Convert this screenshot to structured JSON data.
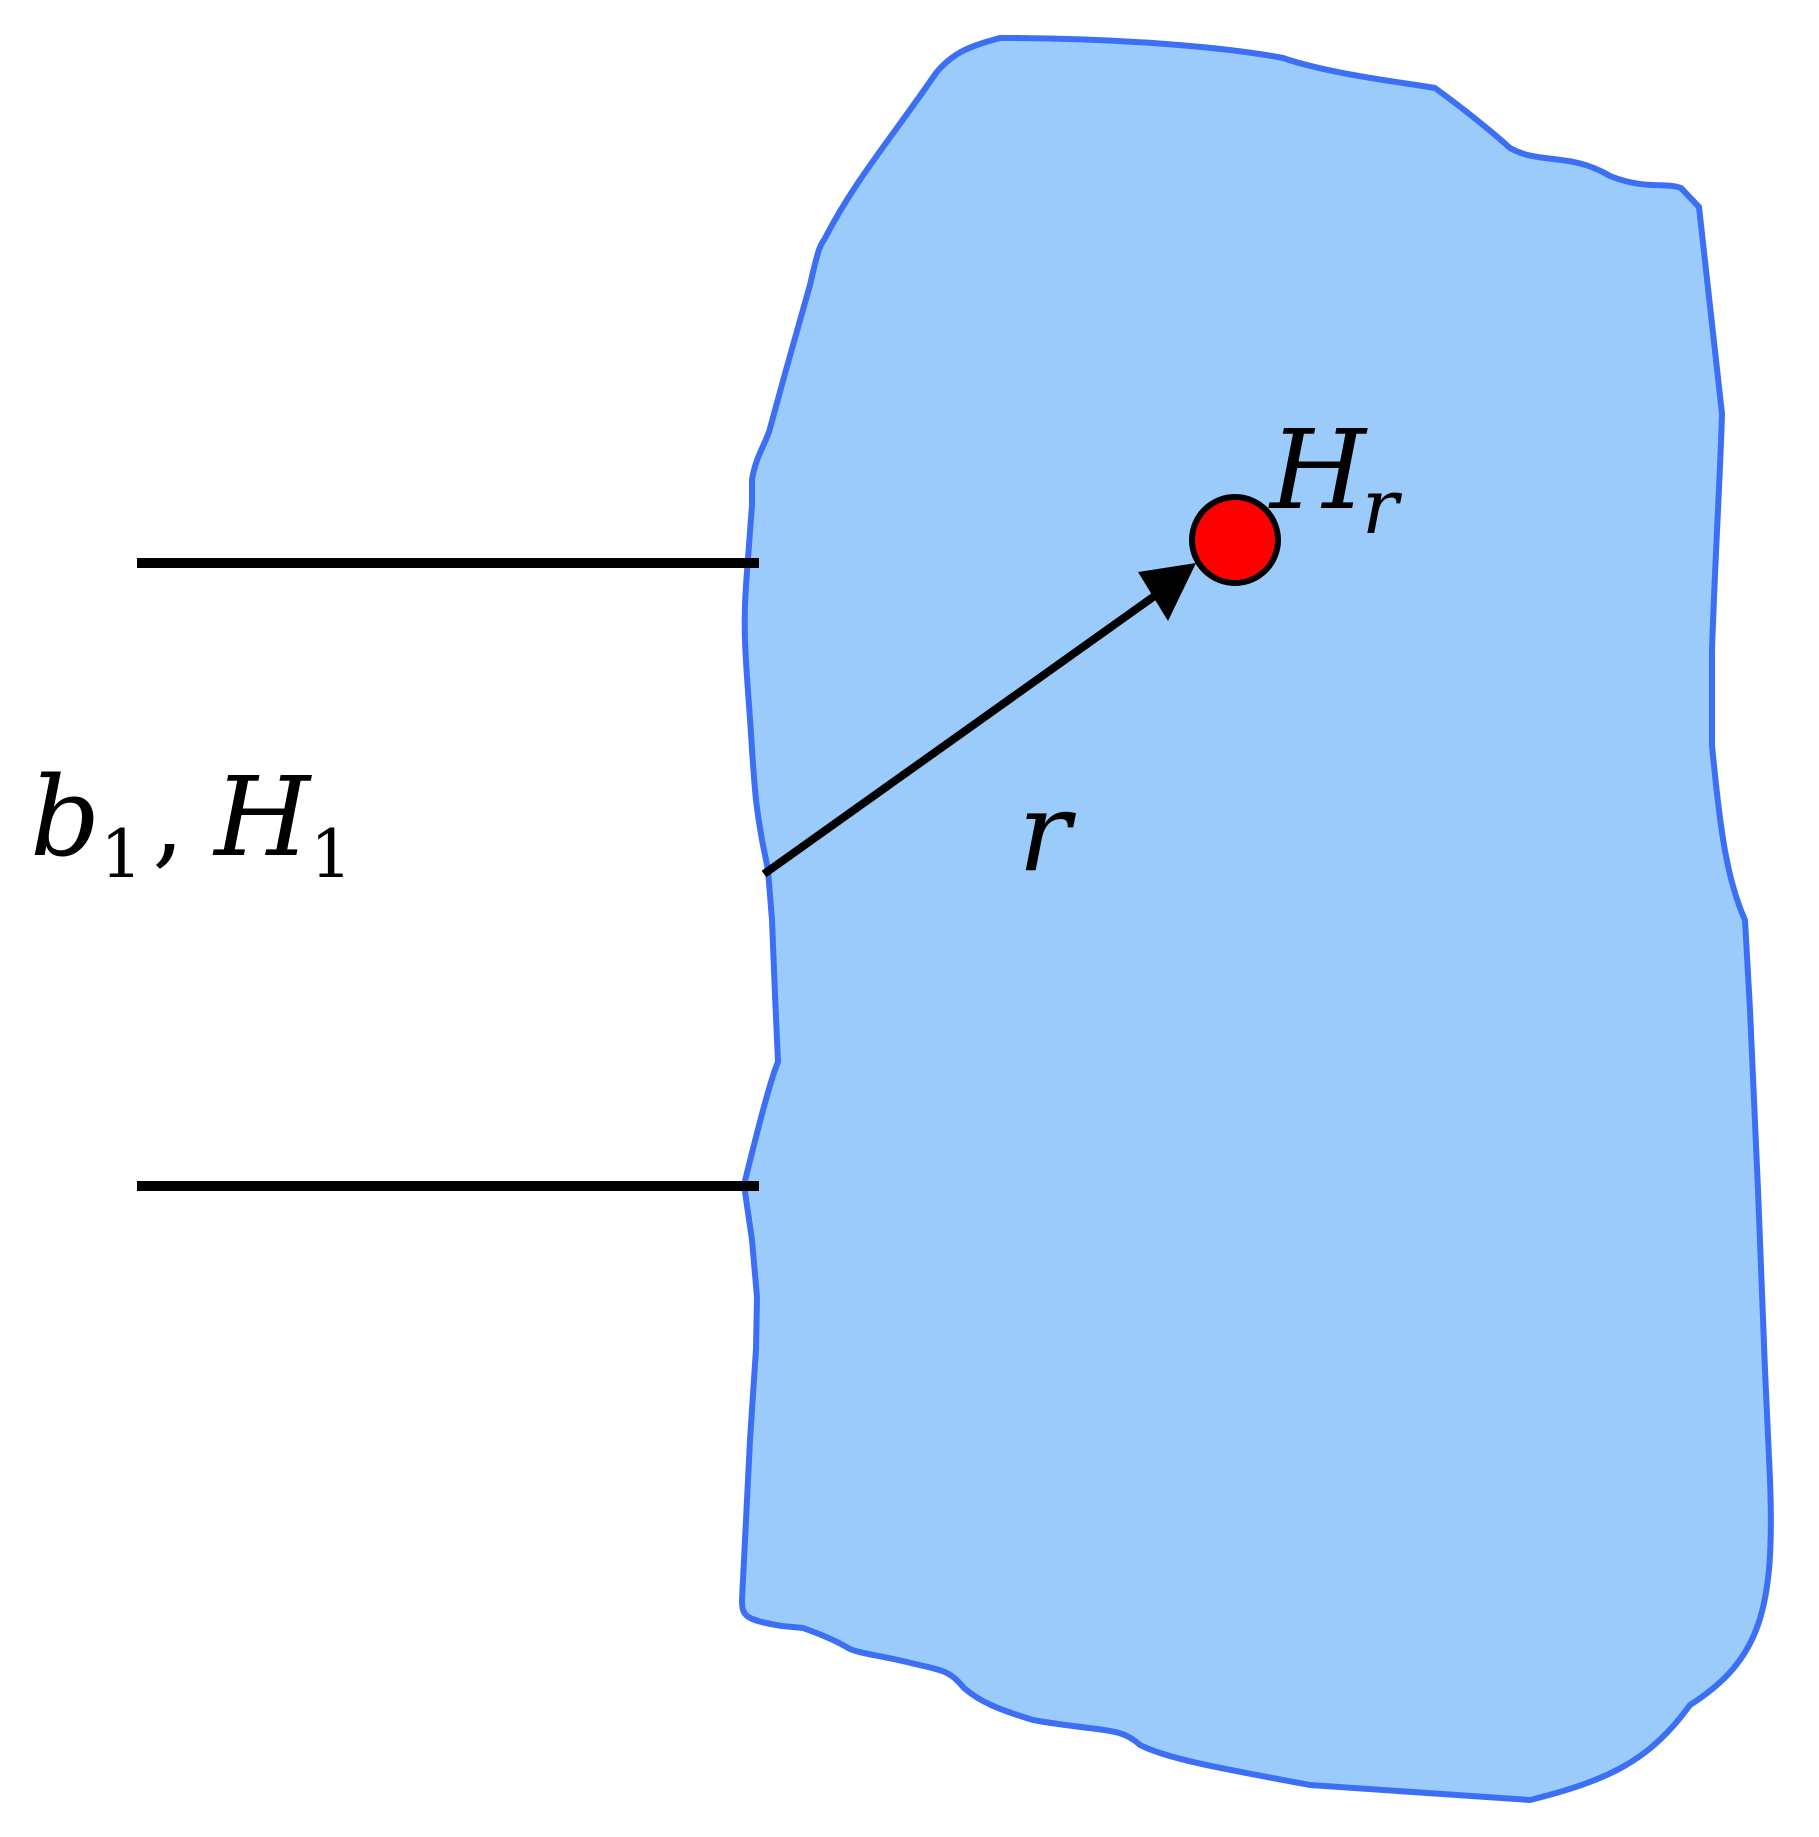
{
  "diagram": {
    "channel_label": {
      "b": "b",
      "b_sub": "1",
      "separator": ",",
      "H": "H",
      "H_sub": "1"
    },
    "distance_label": "r",
    "point_label": {
      "H": "H",
      "H_sub": "r"
    },
    "colors": {
      "water_fill": "#9BCBFB",
      "water_outline": "#3D6FF5",
      "point_fill": "#FF0000",
      "lines": "#000000"
    }
  }
}
